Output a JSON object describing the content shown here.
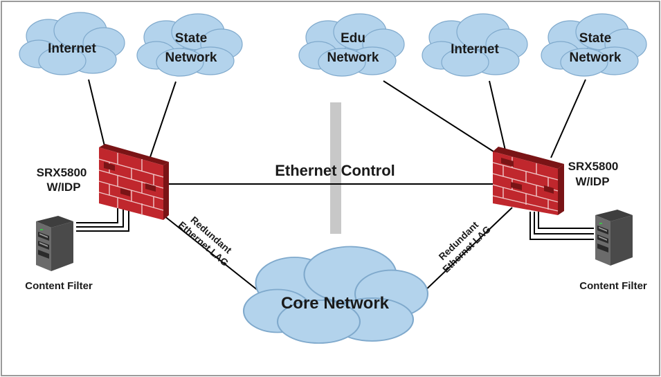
{
  "clouds": {
    "internet_left": [
      "Internet"
    ],
    "state_left": [
      "State",
      "Network"
    ],
    "edu": [
      "Edu",
      "Network"
    ],
    "internet_right": [
      "Internet"
    ],
    "state_right": [
      "State",
      "Network"
    ],
    "core": [
      "Core Network"
    ]
  },
  "firewalls": {
    "left": [
      "SRX5800",
      "W/IDP"
    ],
    "right": [
      "SRX5800",
      "W/IDP"
    ]
  },
  "servers": {
    "left_label": "Content Filter",
    "right_label": "Content Filter"
  },
  "links": {
    "control_label": "Ethernet Control",
    "lag_left": [
      "Redundant",
      "Ethernet LAG"
    ],
    "lag_right": [
      "Redundant",
      "Ethernet LAG"
    ]
  },
  "colors": {
    "cloud_fill": "#b3d3ec",
    "cloud_stroke": "#7fa9cc",
    "firewall_red": "#c0272d",
    "firewall_dark": "#7a1416",
    "firewall_brick": "#a31f24",
    "server_body": "#6b6b6b",
    "control_bar": "#c8c8c8"
  }
}
